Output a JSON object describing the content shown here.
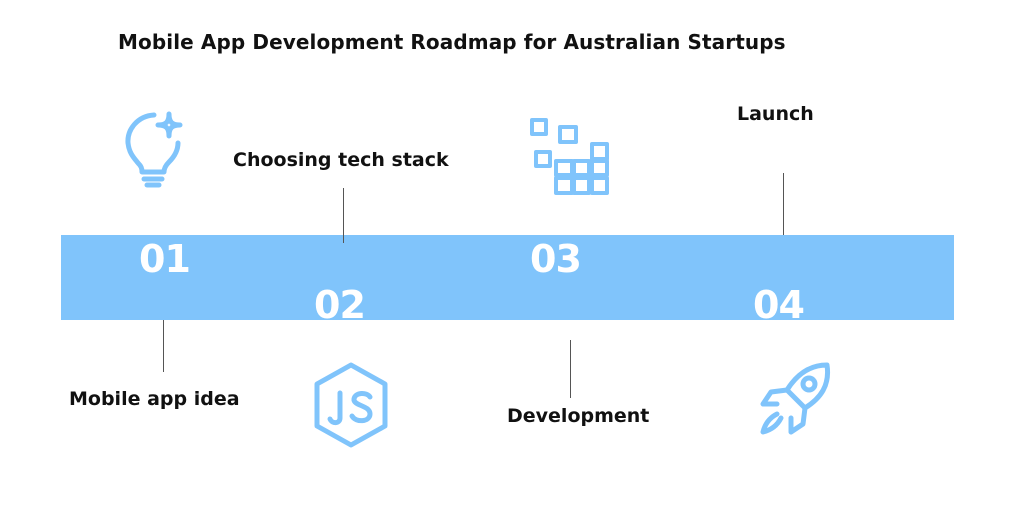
{
  "title": "Mobile App Development Roadmap for Australian Startups",
  "colors": {
    "band": "#80c4fb",
    "icon": "#80c4fb",
    "text": "#111111",
    "connector": "#555555"
  },
  "steps": [
    {
      "number": "01",
      "label": "Mobile app idea",
      "icon": "lightbulb-sparkle-icon"
    },
    {
      "number": "02",
      "label": "Choosing tech stack",
      "icon": "nodejs-icon"
    },
    {
      "number": "03",
      "label": "Development",
      "icon": "blocks-grid-icon"
    },
    {
      "number": "04",
      "label": "Launch",
      "icon": "rocket-icon"
    }
  ]
}
